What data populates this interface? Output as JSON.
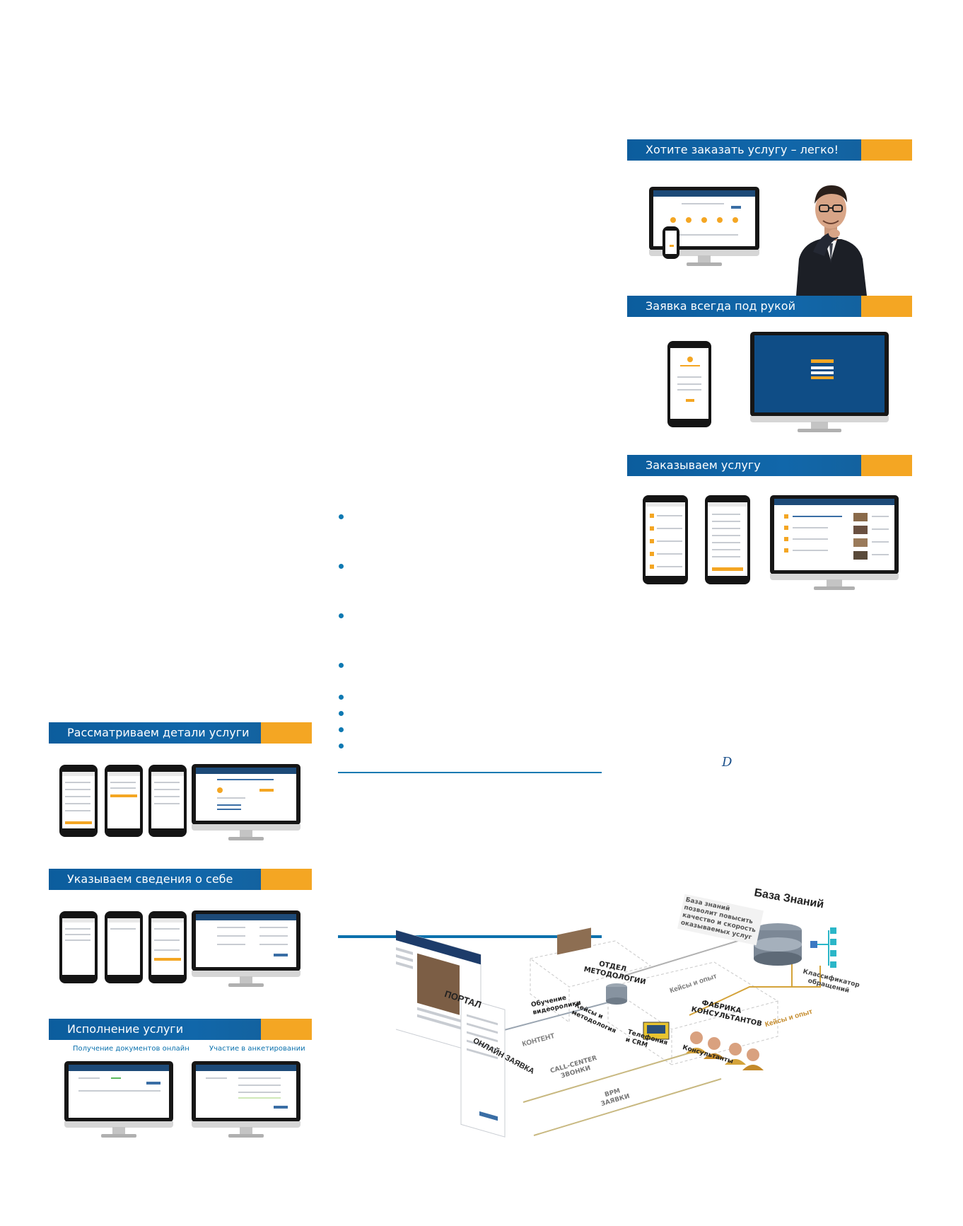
{
  "slides": {
    "order_easy": "Хотите заказать услугу – легко!",
    "always_at_hand": "Заявка всегда под рукой",
    "order_service": "Заказываем услугу",
    "details": "Рассматриваем детали услуги",
    "about_self": "Указываем сведения о себе",
    "execution": "Исполнение услуги",
    "docs_online": "Получение документов онлайн",
    "survey": "Участие в анкетировании"
  },
  "diagram": {
    "knowledge_base": "База Знаний",
    "kb_note": "База знаний позволит повысить качество и скорость оказываемых услуг",
    "classifier": "Классификатор обращений",
    "methodology": "ОТДЕЛ МЕТОДОЛОГИИ",
    "training": "Обучение видеоролики",
    "cases_methodology": "Кейсы и методология",
    "cases_experience_1": "Кейсы и опыт",
    "cases_experience_2": "Кейсы и опыт",
    "factory": "ФАБРИКА КОНСУЛЬТАНТОВ",
    "telephony": "Телефония и CRM",
    "consultants": "Консультанты",
    "portal": "ПОРТАЛ",
    "online_request": "ОНЛАЙН ЗАЯВКА",
    "content": "КОНТЕНТ",
    "call_center": "CALL-CENTER ЗВОНКИ",
    "bpm": "BPM ЗАЯВКИ"
  },
  "logo_mark": "D",
  "colors": {
    "banner_blue": "#0c5d9d",
    "banner_orange": "#f4a623",
    "bullet_blue": "#0e79b2"
  }
}
